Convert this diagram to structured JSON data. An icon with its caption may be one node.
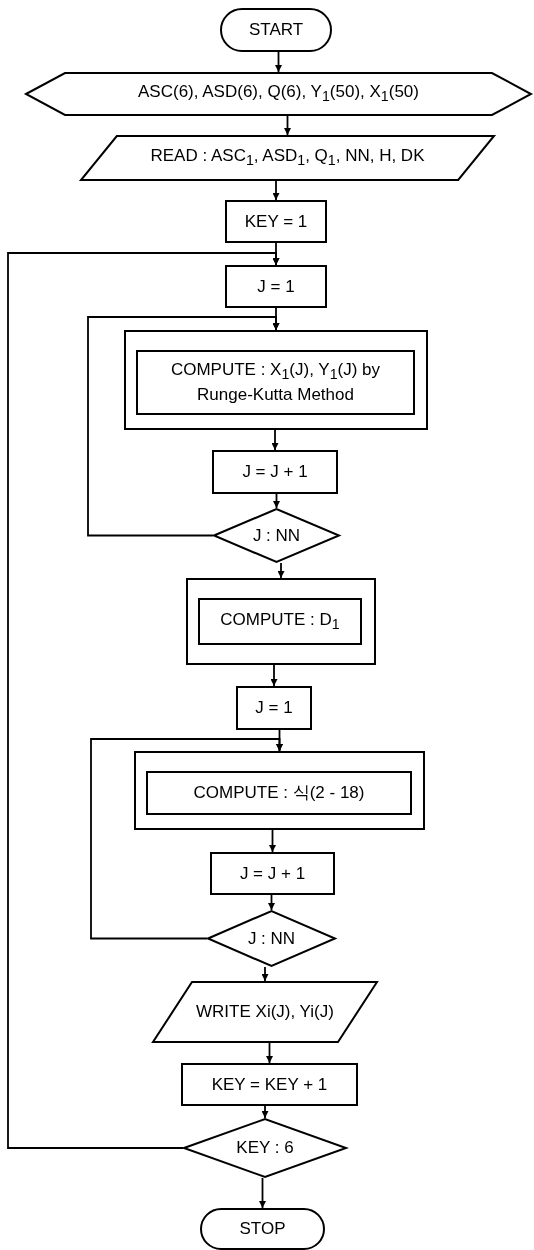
{
  "diagram": {
    "nodes": [
      {
        "text": [
          "START"
        ]
      },
      {
        "text": [
          "ASC(6), ASD(6), Q(6), Y$_{1}$(50), X$_{1}$(50)"
        ]
      },
      {
        "text": [
          "READ : ASC$_{1}$, ASD$_{1}$, Q$_{1}$, NN, H, DK"
        ]
      },
      {
        "text": [
          "KEY = 1"
        ]
      },
      {
        "text": [
          "J = 1"
        ]
      },
      {
        "text": [],
        "shape": "box"
      },
      {
        "text": [
          "COMPUTE : X$_{1}$(J), Y$_{1}$(J) by Runge-Kutta Method"
        ],
        "in": 5
      },
      {
        "text": [
          "J = J + 1"
        ]
      },
      {
        "text": [
          "J : NN"
        ]
      },
      {
        "text": [],
        "shape": "box"
      },
      {
        "text": [
          "COMPUTE : D$_{1}$"
        ],
        "in": 9
      },
      {
        "text": [
          "J = 1"
        ]
      },
      {
        "text": [],
        "shape": "box"
      },
      {
        "text": [
          "COMPUTE : 식(2 - 18)"
        ],
        "in": 12
      },
      {
        "text": [
          "J = J + 1"
        ]
      },
      {
        "text": [
          "J : NN"
        ]
      },
      {
        "text": [
          "WRITE Xi(J), Yi(J)"
        ]
      },
      {
        "text": [
          "KEY = KEY + 1"
        ]
      },
      {
        "text": [
          "KEY : 6"
        ]
      },
      {
        "text": [
          "STOP"
        ]
      }
    ],
    "edges": [
      {
        "from": 0,
        "to": 1,
        "arrow": "to"
      },
      {
        "from": 1,
        "to": 2,
        "arrow": "to"
      },
      {
        "from": 2,
        "to": 3,
        "arrow": "to"
      },
      {
        "from": 3,
        "to": 4,
        "arrow": "to"
      },
      {
        "from": 4,
        "to": 5,
        "arrow": "to"
      },
      {
        "from": 5,
        "to": 7,
        "arrow": "to"
      },
      {
        "from": 7,
        "to": 8,
        "arrow": "to"
      },
      {
        "from": 8,
        "to": 5,
        "arrow": "to"
      },
      {
        "from": 8,
        "to": 9,
        "arrow": "to"
      },
      {
        "from": 9,
        "to": 11,
        "arrow": "to"
      },
      {
        "from": 11,
        "to": 12,
        "arrow": "to"
      },
      {
        "from": 12,
        "to": 14,
        "arrow": "to"
      },
      {
        "from": 14,
        "to": 15,
        "arrow": "to"
      },
      {
        "from": 15,
        "to": 12,
        "arrow": "to"
      },
      {
        "from": 15,
        "to": 16,
        "arrow": "to"
      },
      {
        "from": 16,
        "to": 17,
        "arrow": "to"
      },
      {
        "from": 17,
        "to": 18,
        "arrow": "to"
      },
      {
        "from": 18,
        "to": 4,
        "arrow": "to"
      },
      {
        "from": 18,
        "to": 19,
        "arrow": "to"
      }
    ]
  }
}
